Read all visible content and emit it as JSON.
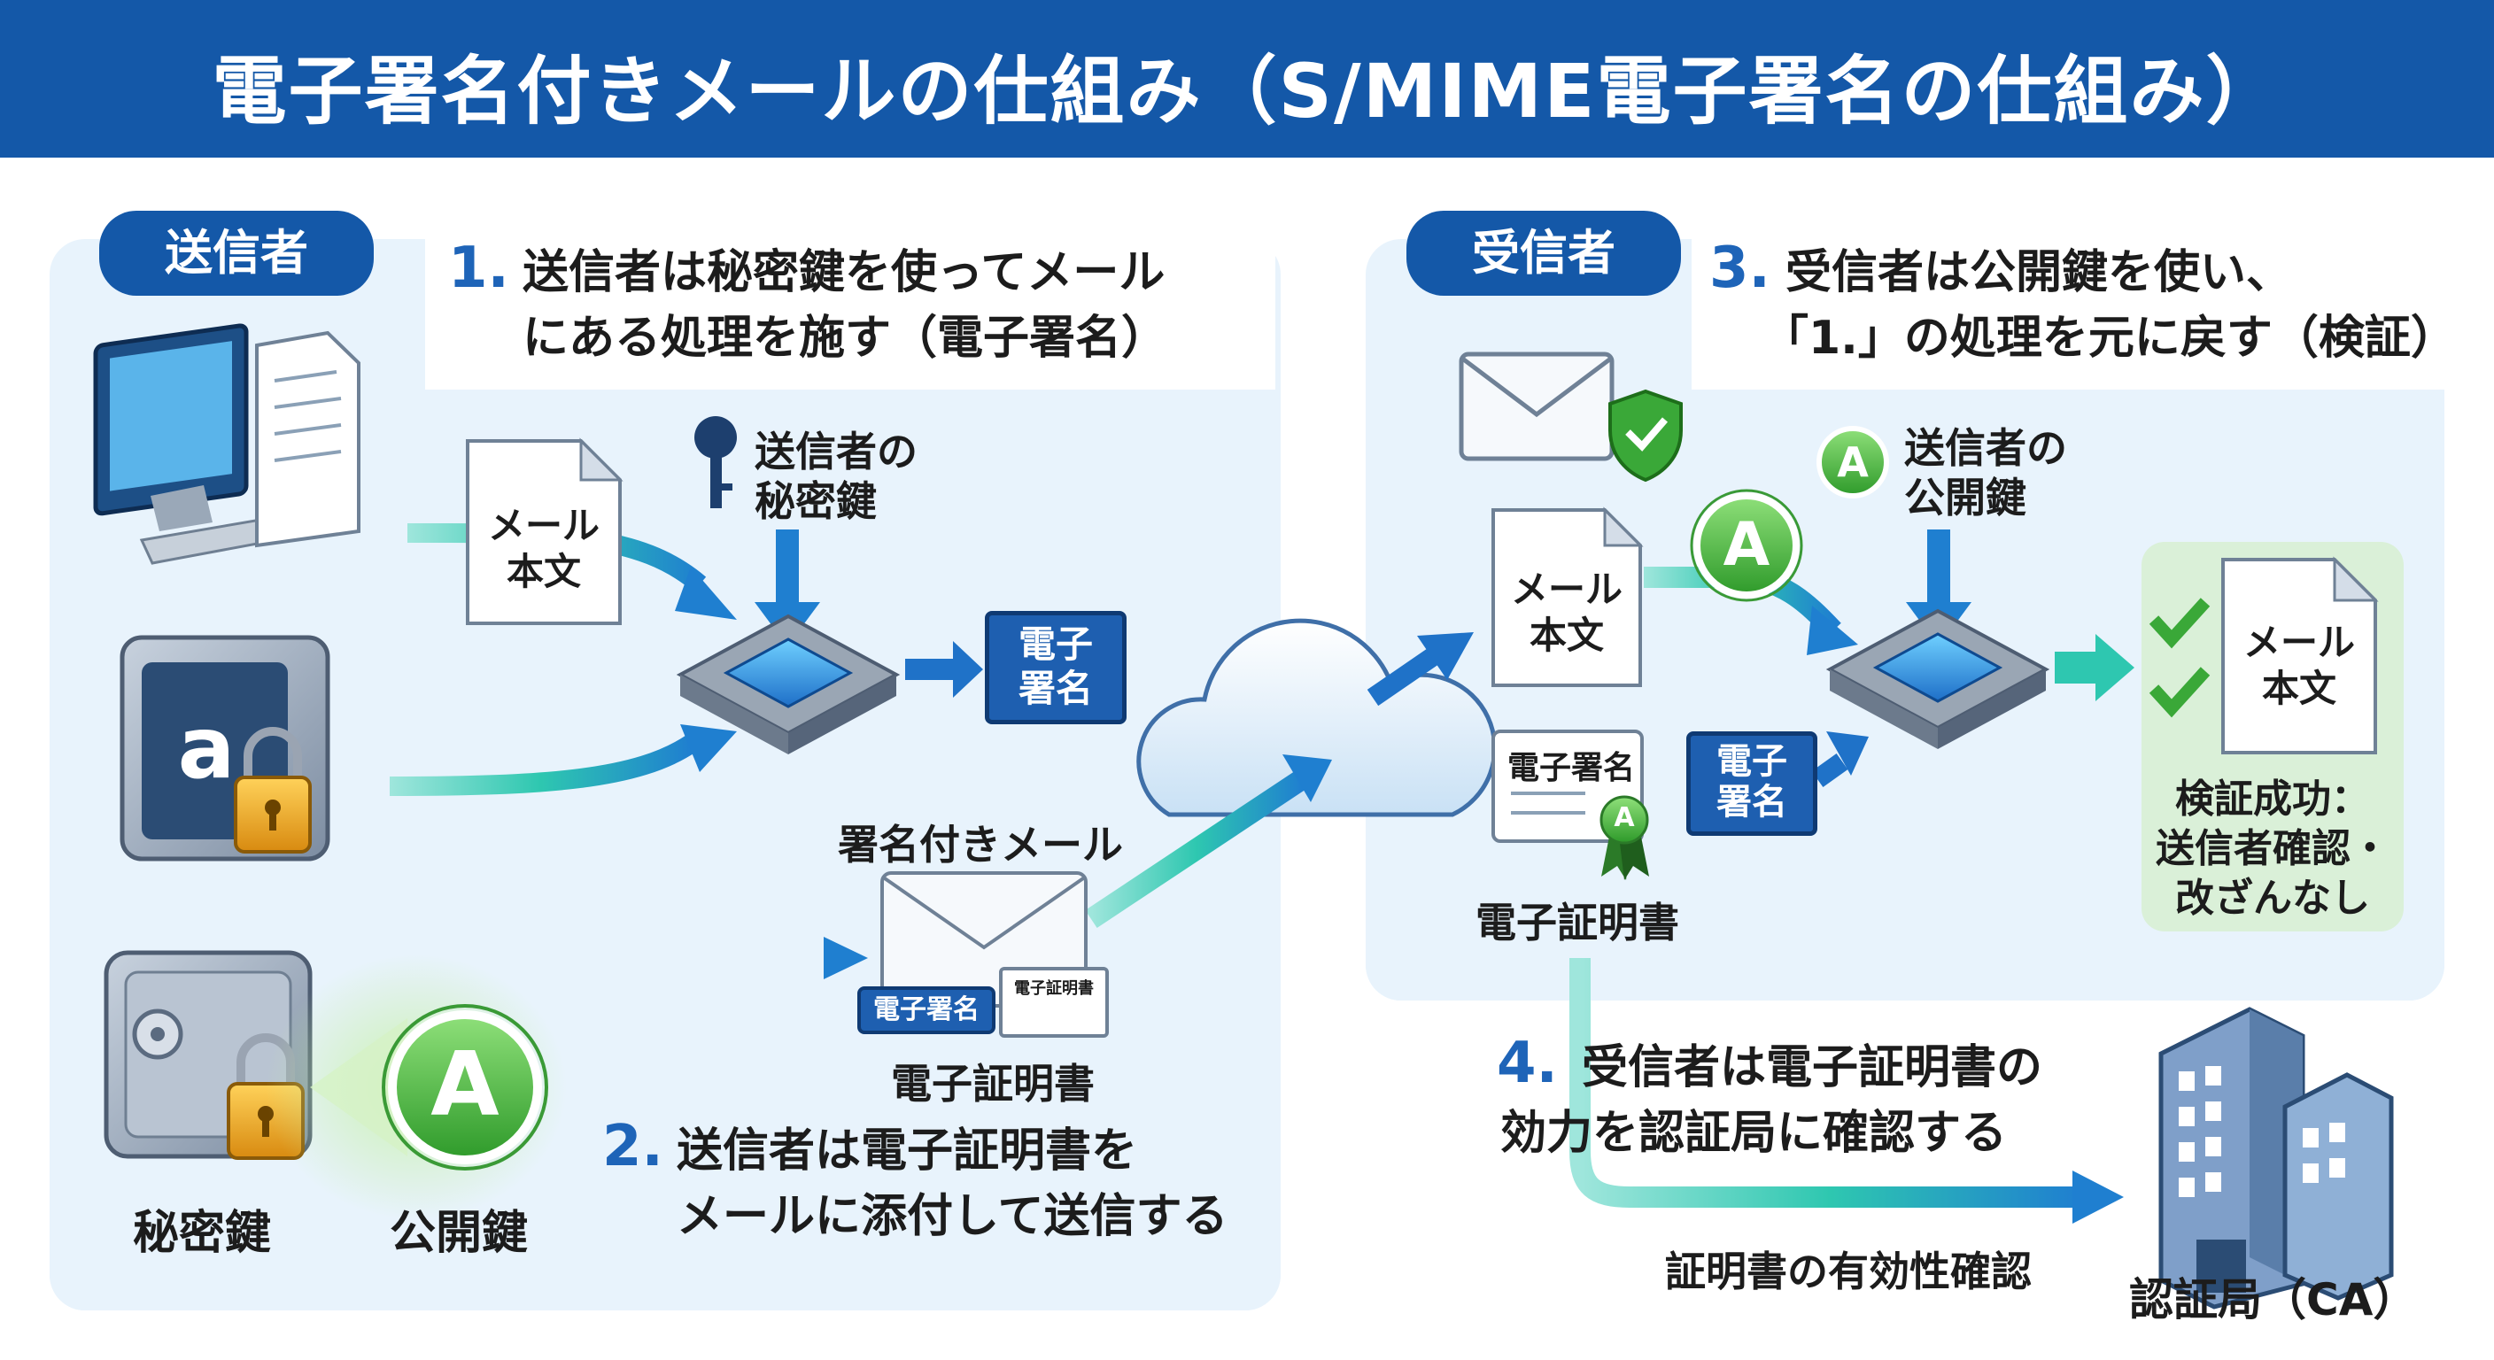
{
  "title": "電子署名付きメールの仕組み（S/MIME電子署名の仕組み）",
  "sender": {
    "tab": "送信者",
    "step1_num": "1.",
    "step1_line1": "送信者は秘密鍵を使ってメール",
    "step1_line2": "にある処理を施す（電子署名）",
    "private_key_label_line1": "送信者の",
    "private_key_label_line2": "秘密鍵",
    "mail_body_line1": "メール",
    "mail_body_line2": "本文",
    "signature_line1": "電子",
    "signature_line2": "署名",
    "signed_mail_label": "署名付きメール",
    "envelope_signature": "電子署名",
    "envelope_cert": "電子証明書",
    "cert_caption": "電子証明書",
    "secret_key_caption": "秘密鍵",
    "public_key_caption": "公開鍵",
    "key_letter": "A",
    "vault_letter": "a",
    "step2_num": "2.",
    "step2_line1": "送信者は電子証明書を",
    "step2_line2": "メールに添付して送信する"
  },
  "receiver": {
    "tab": "受信者",
    "step3_num": "3.",
    "step3_line1": "受信者は公開鍵を使い、",
    "step3_line2": "「1.」の処理を元に戻す（検証）",
    "public_key_label_line1": "送信者の",
    "public_key_label_line2": "公開鍵",
    "key_letter": "A",
    "mail_body_line1": "メール",
    "mail_body_line2": "本文",
    "cert_doc_title": "電子署名",
    "signature_line1": "電子",
    "signature_line2": "署名",
    "cert_caption": "電子証明書",
    "result_mail_line1": "メール",
    "result_mail_line2": "本文",
    "success_line1": "検証成功：",
    "success_line2": "送信者確認・",
    "success_line3": "改ざんなし",
    "step4_num": "4.",
    "step4_line1": "受信者は電子証明書の",
    "step4_line2": "効力を認証局に確認する",
    "validity_check": "証明書の有効性確認",
    "ca_label": "認証局（CA）"
  },
  "colors": {
    "title_bg": "#1458a8",
    "panel_bg": "#e8f3fc",
    "step_number": "#1e64b8",
    "arrow_blue": "#1f7fd0",
    "arrow_teal": "#2ec7b0",
    "success_bg": "#daf0d8",
    "check_green": "#3aa838",
    "key_green": "#3fa53a"
  },
  "icons": [
    "computer-icon",
    "document-icon",
    "vault-icon",
    "padlock-icon",
    "safe-icon",
    "key-icon",
    "chip-icon",
    "cloud-icon",
    "envelope-icon",
    "shield-check-icon",
    "ribbon-badge-icon",
    "check-icon",
    "building-icon"
  ]
}
